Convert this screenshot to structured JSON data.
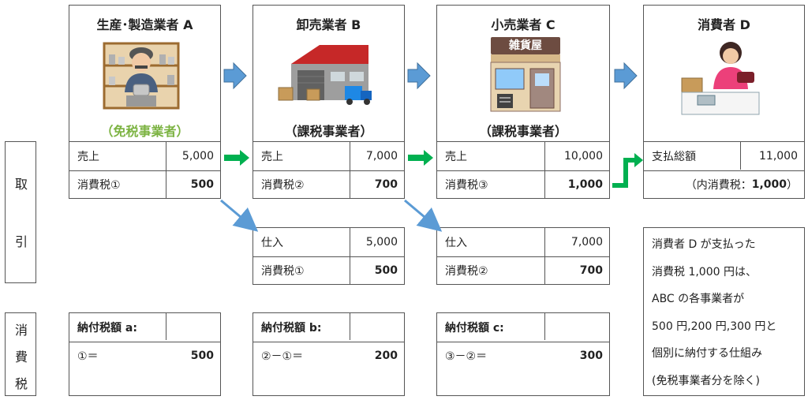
{
  "side_labels": {
    "transaction": [
      "取",
      "引"
    ],
    "consumption_tax": [
      "消",
      "費",
      "税"
    ]
  },
  "entities": [
    {
      "title": "生産･製造業者 A",
      "status": "（免税事業者）",
      "status_color": "#7cb342",
      "illustration": "potter-workshop-icon"
    },
    {
      "title": "卸売業者 B",
      "status": "（課税事業者）",
      "status_color": "#222222",
      "illustration": "warehouse-truck-icon"
    },
    {
      "title": "小売業者 C",
      "status": "（課税事業者）",
      "status_color": "#222222",
      "illustration": "shop-zakkaya-icon"
    },
    {
      "title": "消費者 D",
      "status": "",
      "status_color": "#222222",
      "illustration": "consumer-register-icon"
    }
  ],
  "shop_sign": "雑貨屋",
  "sales": [
    {
      "row1_label": "売上",
      "row1_value": "5,000",
      "row2_label": "消費税①",
      "row2_value": "500"
    },
    {
      "row1_label": "売上",
      "row1_value": "7,000",
      "row2_label": "消費税②",
      "row2_value": "700"
    },
    {
      "row1_label": "売上",
      "row1_value": "10,000",
      "row2_label": "消費税③",
      "row2_value": "1,000"
    }
  ],
  "consumer_payment": {
    "label": "支払総額",
    "value": "11,000",
    "note_prefix": "（内消費税：",
    "note_value": "1,000",
    "note_suffix": "）"
  },
  "purchases": [
    {
      "row1_label": "仕入",
      "row1_value": "5,000",
      "row2_label": "消費税①",
      "row2_value": "500"
    },
    {
      "row1_label": "仕入",
      "row1_value": "7,000",
      "row2_label": "消費税②",
      "row2_value": "700"
    }
  ],
  "tax_payments": [
    {
      "header": "納付税額 a:",
      "formula": "①＝",
      "value": "500"
    },
    {
      "header": "納付税額 b:",
      "formula": "②－①＝",
      "value": "200"
    },
    {
      "header": "納付税額 c:",
      "formula": "③－②＝",
      "value": "300"
    }
  ],
  "explanation": [
    "消費者 D が支払った",
    "消費税 1,000 円は、",
    "ABC の各事業者が",
    "500 円,200 円,300 円と",
    "個別に納付する仕組み",
    "(免税事業者分を除く)"
  ],
  "colors": {
    "blue_arrow": "#5b9bd5",
    "green_arrow": "#00b050",
    "border": "#555555"
  }
}
